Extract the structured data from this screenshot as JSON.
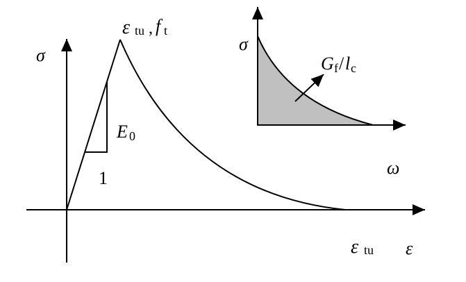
{
  "main_plot": {
    "y_axis_label": "σ",
    "x_axis_label": "ε",
    "peak_label": {
      "strain": "ε",
      "strain_sub": "tu",
      "separator": ",",
      "stress": "f",
      "stress_sub": "t"
    },
    "end_strain_label": {
      "symbol": "ε",
      "sub": "tu"
    },
    "slope_label": {
      "symbol": "E",
      "sub": "0"
    },
    "slope_run_label": "1"
  },
  "inset_plot": {
    "y_axis_label": "σ",
    "x_axis_label": "ω",
    "area_label": {
      "g": "G",
      "g_sub": "f",
      "slash": "/",
      "l": "l",
      "l_sub": "c"
    },
    "fill_color": "#c0c0c0"
  }
}
